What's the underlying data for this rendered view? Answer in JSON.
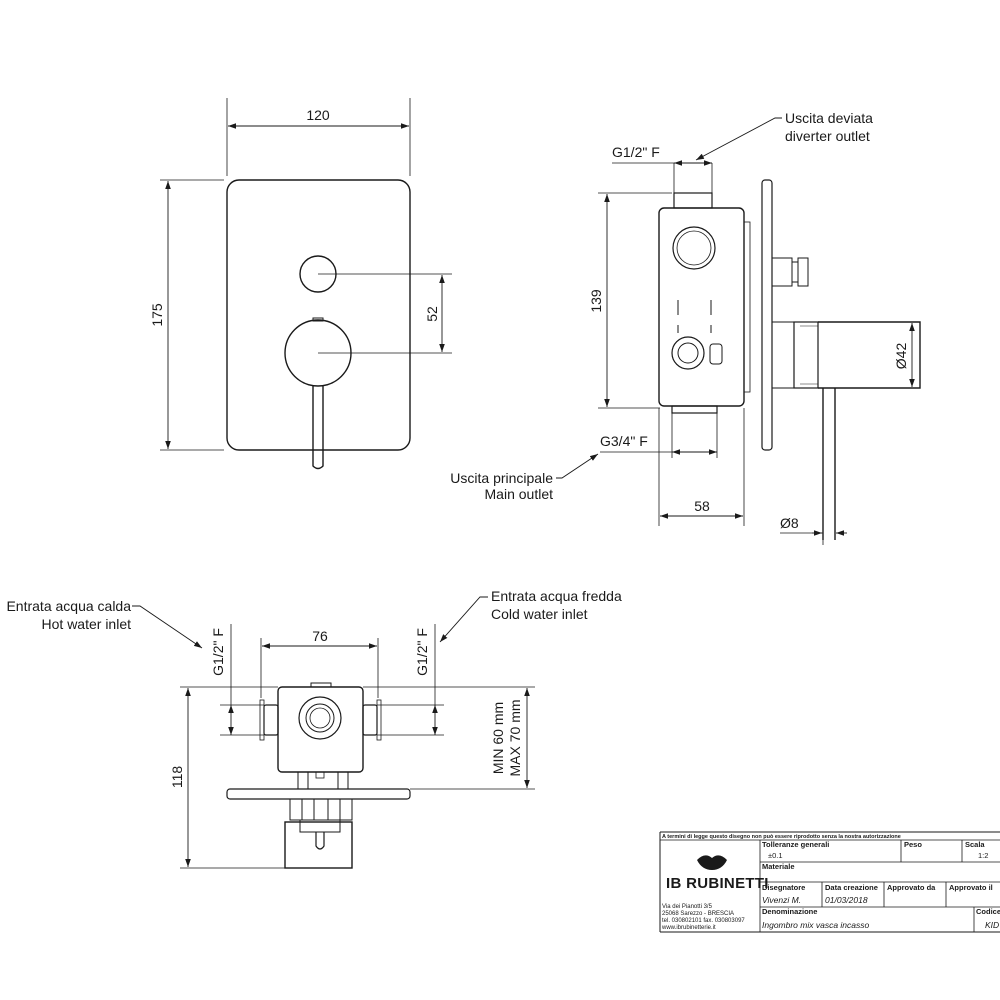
{
  "front_view": {
    "width_dim": "120",
    "height_dim": "175",
    "spacing_dim": "52"
  },
  "side_view": {
    "diverter_thread": "G1/2\" F",
    "diverter_label_it": "Uscita deviata",
    "diverter_label_en": "diverter outlet",
    "height_dim": "139",
    "handle_dia": "Ø42",
    "main_thread": "G3/4\" F",
    "main_label_it": "Uscita principale",
    "main_label_en": "Main outlet",
    "depth_dim": "58",
    "lever_dia": "Ø8"
  },
  "top_view": {
    "hot_label_it": "Entrata acqua calda",
    "hot_label_en": "Hot water inlet",
    "cold_label_it": "Entrata acqua fredda",
    "cold_label_en": "Cold water inlet",
    "hot_thread": "G1/2\" F",
    "cold_thread": "G1/2\" F",
    "width_dim": "76",
    "depth_dim": "118",
    "wall_min": "MIN 60 mm",
    "wall_max": "MAX 70 mm"
  },
  "title_block": {
    "notice": "A termini di legge questo disegno non può essere riprodotto senza la nostra autorizzazione",
    "tolerance_label": "Tolleranze generali",
    "tolerance_value": "±0.1",
    "weight_label": "Peso",
    "scale_label": "Scala",
    "scale_value": "1:2",
    "material_label": "Materiale",
    "company": "IB RUBINETTI",
    "address_1": "Via dei Pianotti 3/5",
    "address_2": "25068 Sarezzo - BRESCIA",
    "address_3": "tel. 030802101 fax. 030803097",
    "address_4": "www.ibrubinetterie.it",
    "designer_label": "Disegnatore",
    "designer_value": "Vivenzi M.",
    "date_label": "Data creazione",
    "date_value": "01/03/2018",
    "approved_by_label": "Approvato da",
    "approved_on_label": "Approvato il",
    "name_label": "Denominazione",
    "name_value": "Ingombro mix vasca incasso",
    "code_label": "Codice",
    "code_value": "KID"
  }
}
